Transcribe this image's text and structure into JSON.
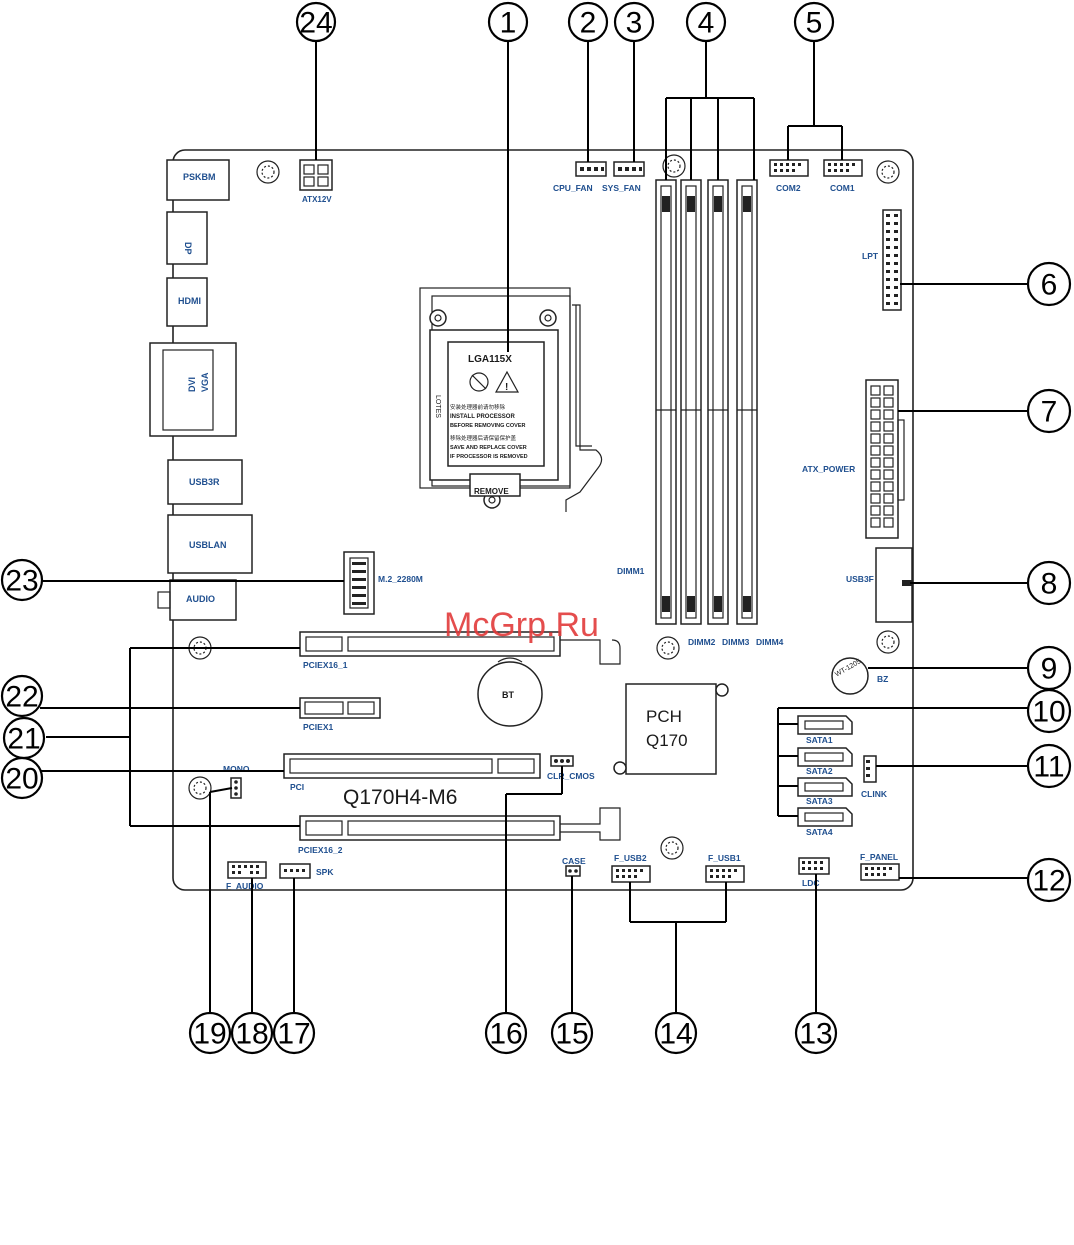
{
  "board": {
    "model": "Q170H4-M6",
    "watermark": "McGrp.Ru"
  },
  "labels": {
    "pskbm": "PSKBM",
    "dp": "DP",
    "hdmi": "HDMI",
    "dvi": "DVI",
    "vga": "VGA",
    "usb3r": "USB3R",
    "usblan": "USBLAN",
    "audio": "AUDIO",
    "atx12v": "ATX12V",
    "cpu_fan": "CPU_FAN",
    "sys_fan": "SYS_FAN",
    "com2": "COM2",
    "com1": "COM1",
    "lpt": "LPT",
    "atx_power": "ATX_POWER",
    "usb3f": "USB3F",
    "bz": "BZ",
    "buzzer_text": "WT-1205",
    "dimm1": "DIMM1",
    "dimm2": "DIMM2",
    "dimm3": "DIMM3",
    "dimm4": "DIMM4",
    "lga": "LGA115X",
    "remove": "REMOVE",
    "lotes": "LOTES",
    "socket_line1": "安装处理器前请勿移除",
    "socket_line2": "INSTALL PROCESSOR",
    "socket_line3": "BEFORE REMOVING COVER",
    "socket_line4": "移除处理器后请保留保护盖",
    "socket_line5": "SAVE AND REPLACE COVER",
    "socket_line6": "IF PROCESSOR IS REMOVED",
    "m2": "M.2_2280M",
    "pciex16_1": "PCIEX16_1",
    "pciex1": "PCIEX1",
    "pci": "PCI",
    "pciex16_2": "PCIEX16_2",
    "bt": "BT",
    "pch_line1": "PCH",
    "pch_line2": "Q170",
    "clr_cmos": "CLR_CMOS",
    "mono": "MONO",
    "sata1": "SATA1",
    "sata2": "SATA2",
    "sata3": "SATA3",
    "sata4": "SATA4",
    "clink": "CLINK",
    "f_audio": "F_AUDIO",
    "spk": "SPK",
    "case": "CASE",
    "f_usb2": "F_USB2",
    "f_usb1": "F_USB1",
    "ldc": "LDC",
    "f_panel": "F_PANEL"
  },
  "callouts": [
    "1",
    "2",
    "3",
    "4",
    "5",
    "6",
    "7",
    "8",
    "9",
    "10",
    "11",
    "12",
    "13",
    "14",
    "15",
    "16",
    "17",
    "18",
    "19",
    "20",
    "21",
    "22",
    "23",
    "24"
  ]
}
